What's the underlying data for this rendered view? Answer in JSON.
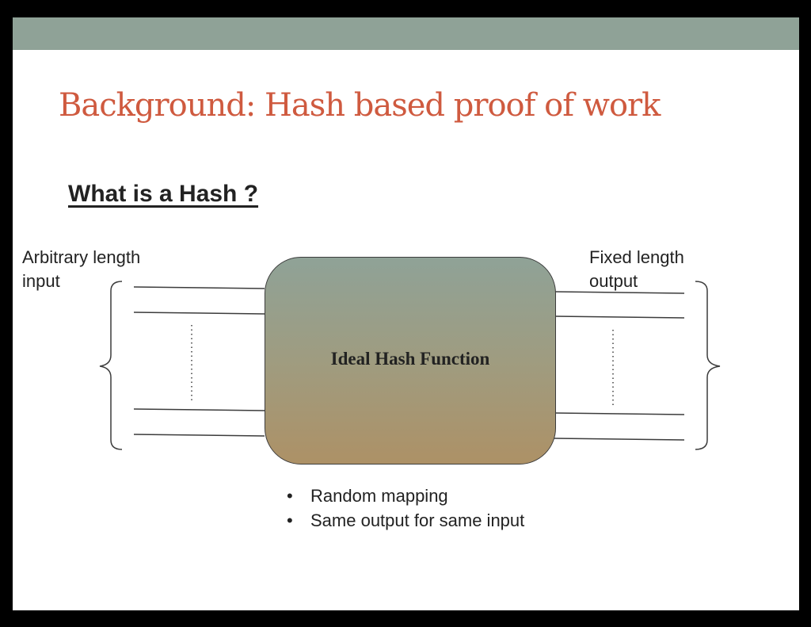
{
  "slide": {
    "title": "Background: Hash based proof of work",
    "subtitle": "What is a Hash ?"
  },
  "diagram": {
    "input_label": "Arbitrary length\ninput",
    "output_label": "Fixed length\noutput",
    "function_label": "Ideal Hash Function",
    "bullet_symbol": "•",
    "bullets": [
      "Random mapping",
      "Same output for same input"
    ]
  },
  "colors": {
    "title": "#cf5a3f",
    "top_band": "#8fa297",
    "box_gradient_top": "#8fa297",
    "box_gradient_bottom": "#ad9166"
  }
}
